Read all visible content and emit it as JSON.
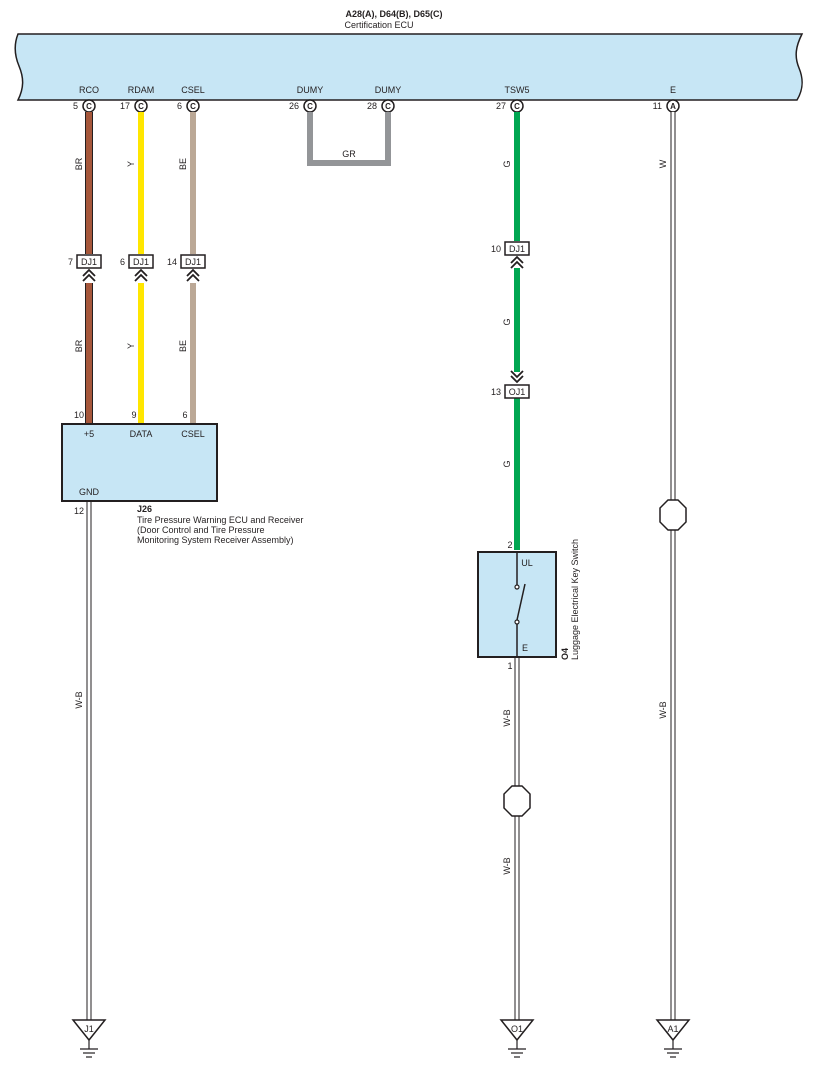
{
  "ecu": {
    "codes": "A28(A), D64(B), D65(C)",
    "name": "Certification ECU",
    "pins": [
      {
        "label": "RCO",
        "num": "5",
        "conn": "C"
      },
      {
        "label": "RDAM",
        "num": "17",
        "conn": "C"
      },
      {
        "label": "CSEL",
        "num": "6",
        "conn": "C"
      },
      {
        "label": "DUMY",
        "num": "26",
        "conn": "C"
      },
      {
        "label": "DUMY",
        "num": "28",
        "conn": "C"
      },
      {
        "label": "TSW5",
        "num": "27",
        "conn": "C"
      },
      {
        "label": "E",
        "num": "11",
        "conn": "A"
      }
    ]
  },
  "colors": {
    "panel": "#c7e6f5",
    "BR": "#a6573b",
    "Y": "#ffe600",
    "BE": "#bba896",
    "GR": "#939598",
    "G": "#00a651",
    "W": "#ffffff",
    "ink": "#231f20"
  },
  "wires": {
    "rco_top": "BR",
    "rco_bottom": "BR",
    "rdam_top": "Y",
    "rdam_bottom": "Y",
    "csel_top": "BE",
    "csel_bottom": "BE",
    "dumy": "GR",
    "tsw5_top": "G",
    "tsw5_mid": "G",
    "tsw5_bottom": "G",
    "e": "W",
    "e_lower": "W-B",
    "j26_gnd": "W-B",
    "o4_ground_upper": "W-B",
    "o4_ground_lower": "W-B"
  },
  "connectors": {
    "dj1_rco": {
      "num": "7",
      "label": "DJ1"
    },
    "dj1_rdam": {
      "num": "6",
      "label": "DJ1"
    },
    "dj1_csel": {
      "num": "14",
      "label": "DJ1"
    },
    "dj1_tsw5": {
      "num": "10",
      "label": "DJ1"
    },
    "oj1_tsw5": {
      "num": "13",
      "label": "OJ1"
    }
  },
  "j26": {
    "code": "J26",
    "name": [
      "Tire Pressure Warning ECU and Receiver",
      "(Door Control and Tire Pressure",
      " Monitoring System Receiver Assembly)"
    ],
    "pins": [
      {
        "num": "10",
        "label": "+5"
      },
      {
        "num": "9",
        "label": "DATA"
      },
      {
        "num": "6",
        "label": "CSEL"
      }
    ],
    "gnd_num": "12",
    "gnd_label": "GND"
  },
  "o4": {
    "code": "O4",
    "name": "Luggage Electrical Key Switch",
    "pin_top": {
      "num": "2",
      "label": "UL"
    },
    "pin_bottom": {
      "num": "1",
      "label": "E"
    }
  },
  "grounds": [
    "J1",
    "O1",
    "A1"
  ]
}
